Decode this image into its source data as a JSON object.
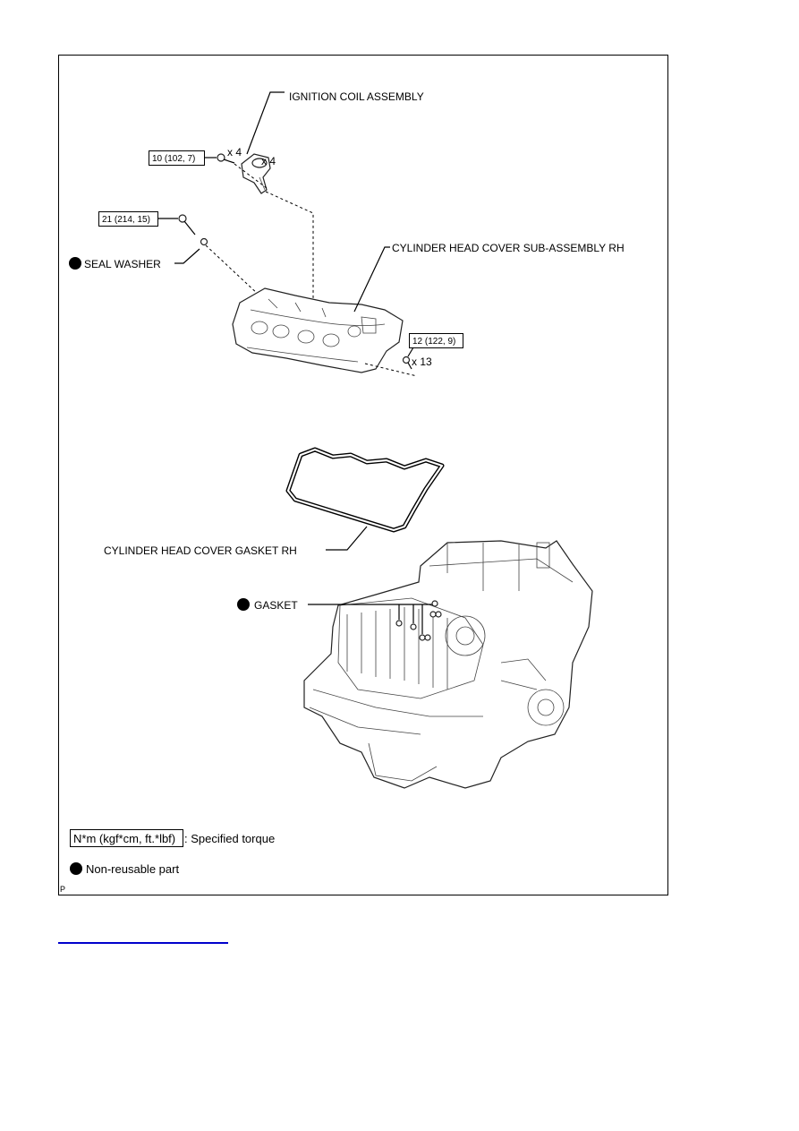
{
  "callouts": {
    "ignition_coil": "IGNITION COIL ASSEMBLY",
    "head_cover": "CYLINDER HEAD COVER SUB-ASSEMBLY RH",
    "seal_washer": "SEAL WASHER",
    "gasket_rh": "CYLINDER HEAD COVER GASKET RH",
    "gasket": "GASKET"
  },
  "torque": {
    "coil_bolt": "10 (102, 7)",
    "seal_bolt": "21 (214, 15)",
    "cover_bolt": "12 (122, 9)"
  },
  "quantities": {
    "coil_bolt": "x 4",
    "coil": "x 4",
    "cover_bolt": "x 13"
  },
  "legend": {
    "torque_box": "N*m (kgf*cm, ft.*lbf)",
    "torque_text": ": Specified torque",
    "nonreusable_text": "Non-reusable part"
  },
  "corner_mark": "P"
}
